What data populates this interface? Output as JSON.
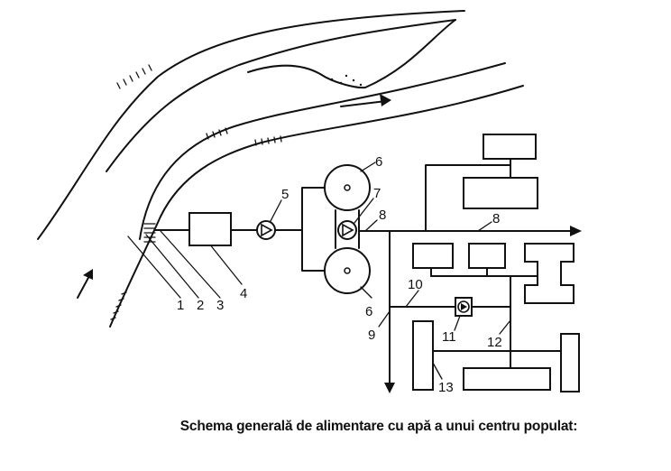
{
  "diagram": {
    "caption": "Schema generală de alimentare cu apă a unui centru populat:",
    "labels": {
      "n1": "1",
      "n2": "2",
      "n3": "3",
      "n4": "4",
      "n5": "5",
      "n6_top": "6",
      "n6_bottom": "6",
      "n7": "7",
      "n8_left": "8",
      "n8_right": "8",
      "n9": "9",
      "n10": "10",
      "n11": "11",
      "n12": "12",
      "n13": "13"
    },
    "colors": {
      "ink": "#111111",
      "background": "#ffffff"
    },
    "icons": [
      "pump-symbol",
      "arrow-flow",
      "river-bank-hatching"
    ]
  }
}
